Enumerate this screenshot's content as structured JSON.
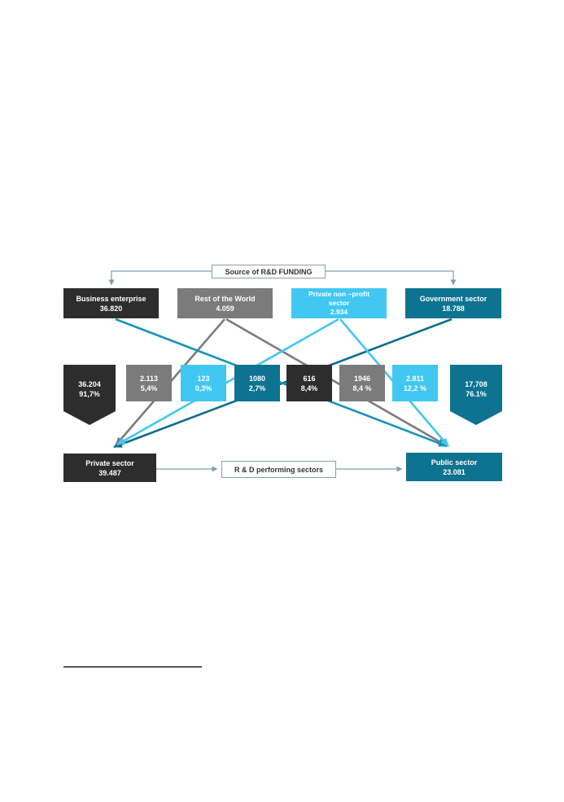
{
  "colors": {
    "dark": "#2D2D2D",
    "gray": "#7B7B7B",
    "cyan": "#41C7F2",
    "teal": "#0D7390",
    "line_teal_bright": "#1895BB",
    "line_teal_dark": "#0E6E8C",
    "connector": "#7C9DB2",
    "label_border": "#8E9EA6",
    "label_text": "#333333",
    "footnote": "#555555"
  },
  "labels": {
    "funding": "Source of R&D FUNDING",
    "performing": "R & D performing sectors"
  },
  "sources": [
    {
      "label": "Business enterprise",
      "value": "36.820",
      "color": "dark"
    },
    {
      "label": "Rest of the World",
      "value": "4.059",
      "color": "gray"
    },
    {
      "label": "Private non –profit sector",
      "value": "2.934",
      "color": "cyan"
    },
    {
      "label": "Government sector",
      "value": "18.788",
      "color": "teal"
    }
  ],
  "flows": [
    {
      "value": "36.204",
      "share": "91,7%",
      "color": "dark",
      "shape": "pentagon",
      "from": "Business enterprise",
      "to": "Private sector"
    },
    {
      "value": "2.113",
      "share": "5,4%",
      "color": "gray",
      "from": "Rest of the World",
      "to": "Private sector"
    },
    {
      "value": "123",
      "share": "0,3%",
      "color": "cyan",
      "from": "Private non –profit sector",
      "to": "Private sector"
    },
    {
      "value": "1080",
      "share": "2,7%",
      "color": "teal",
      "from": "Government sector",
      "to": "Private sector"
    },
    {
      "value": "616",
      "share": "8,4%",
      "color": "dark",
      "from": "Business enterprise",
      "to": "Public sector"
    },
    {
      "value": "1946",
      "share": "8,4 %",
      "color": "gray",
      "from": "Rest of the World",
      "to": "Public sector"
    },
    {
      "value": "2.811",
      "share": "12,2 %",
      "color": "cyan",
      "from": "Private non –profit sector",
      "to": "Public sector"
    },
    {
      "value": "17,708",
      "share": "76.1%",
      "color": "teal",
      "shape": "pentagon",
      "from": "Government sector",
      "to": "Public sector"
    }
  ],
  "performers": [
    {
      "label": "Private sector",
      "value": "39.487",
      "color": "dark"
    },
    {
      "label": "Public sector",
      "value": "23.081",
      "color": "teal"
    }
  ]
}
